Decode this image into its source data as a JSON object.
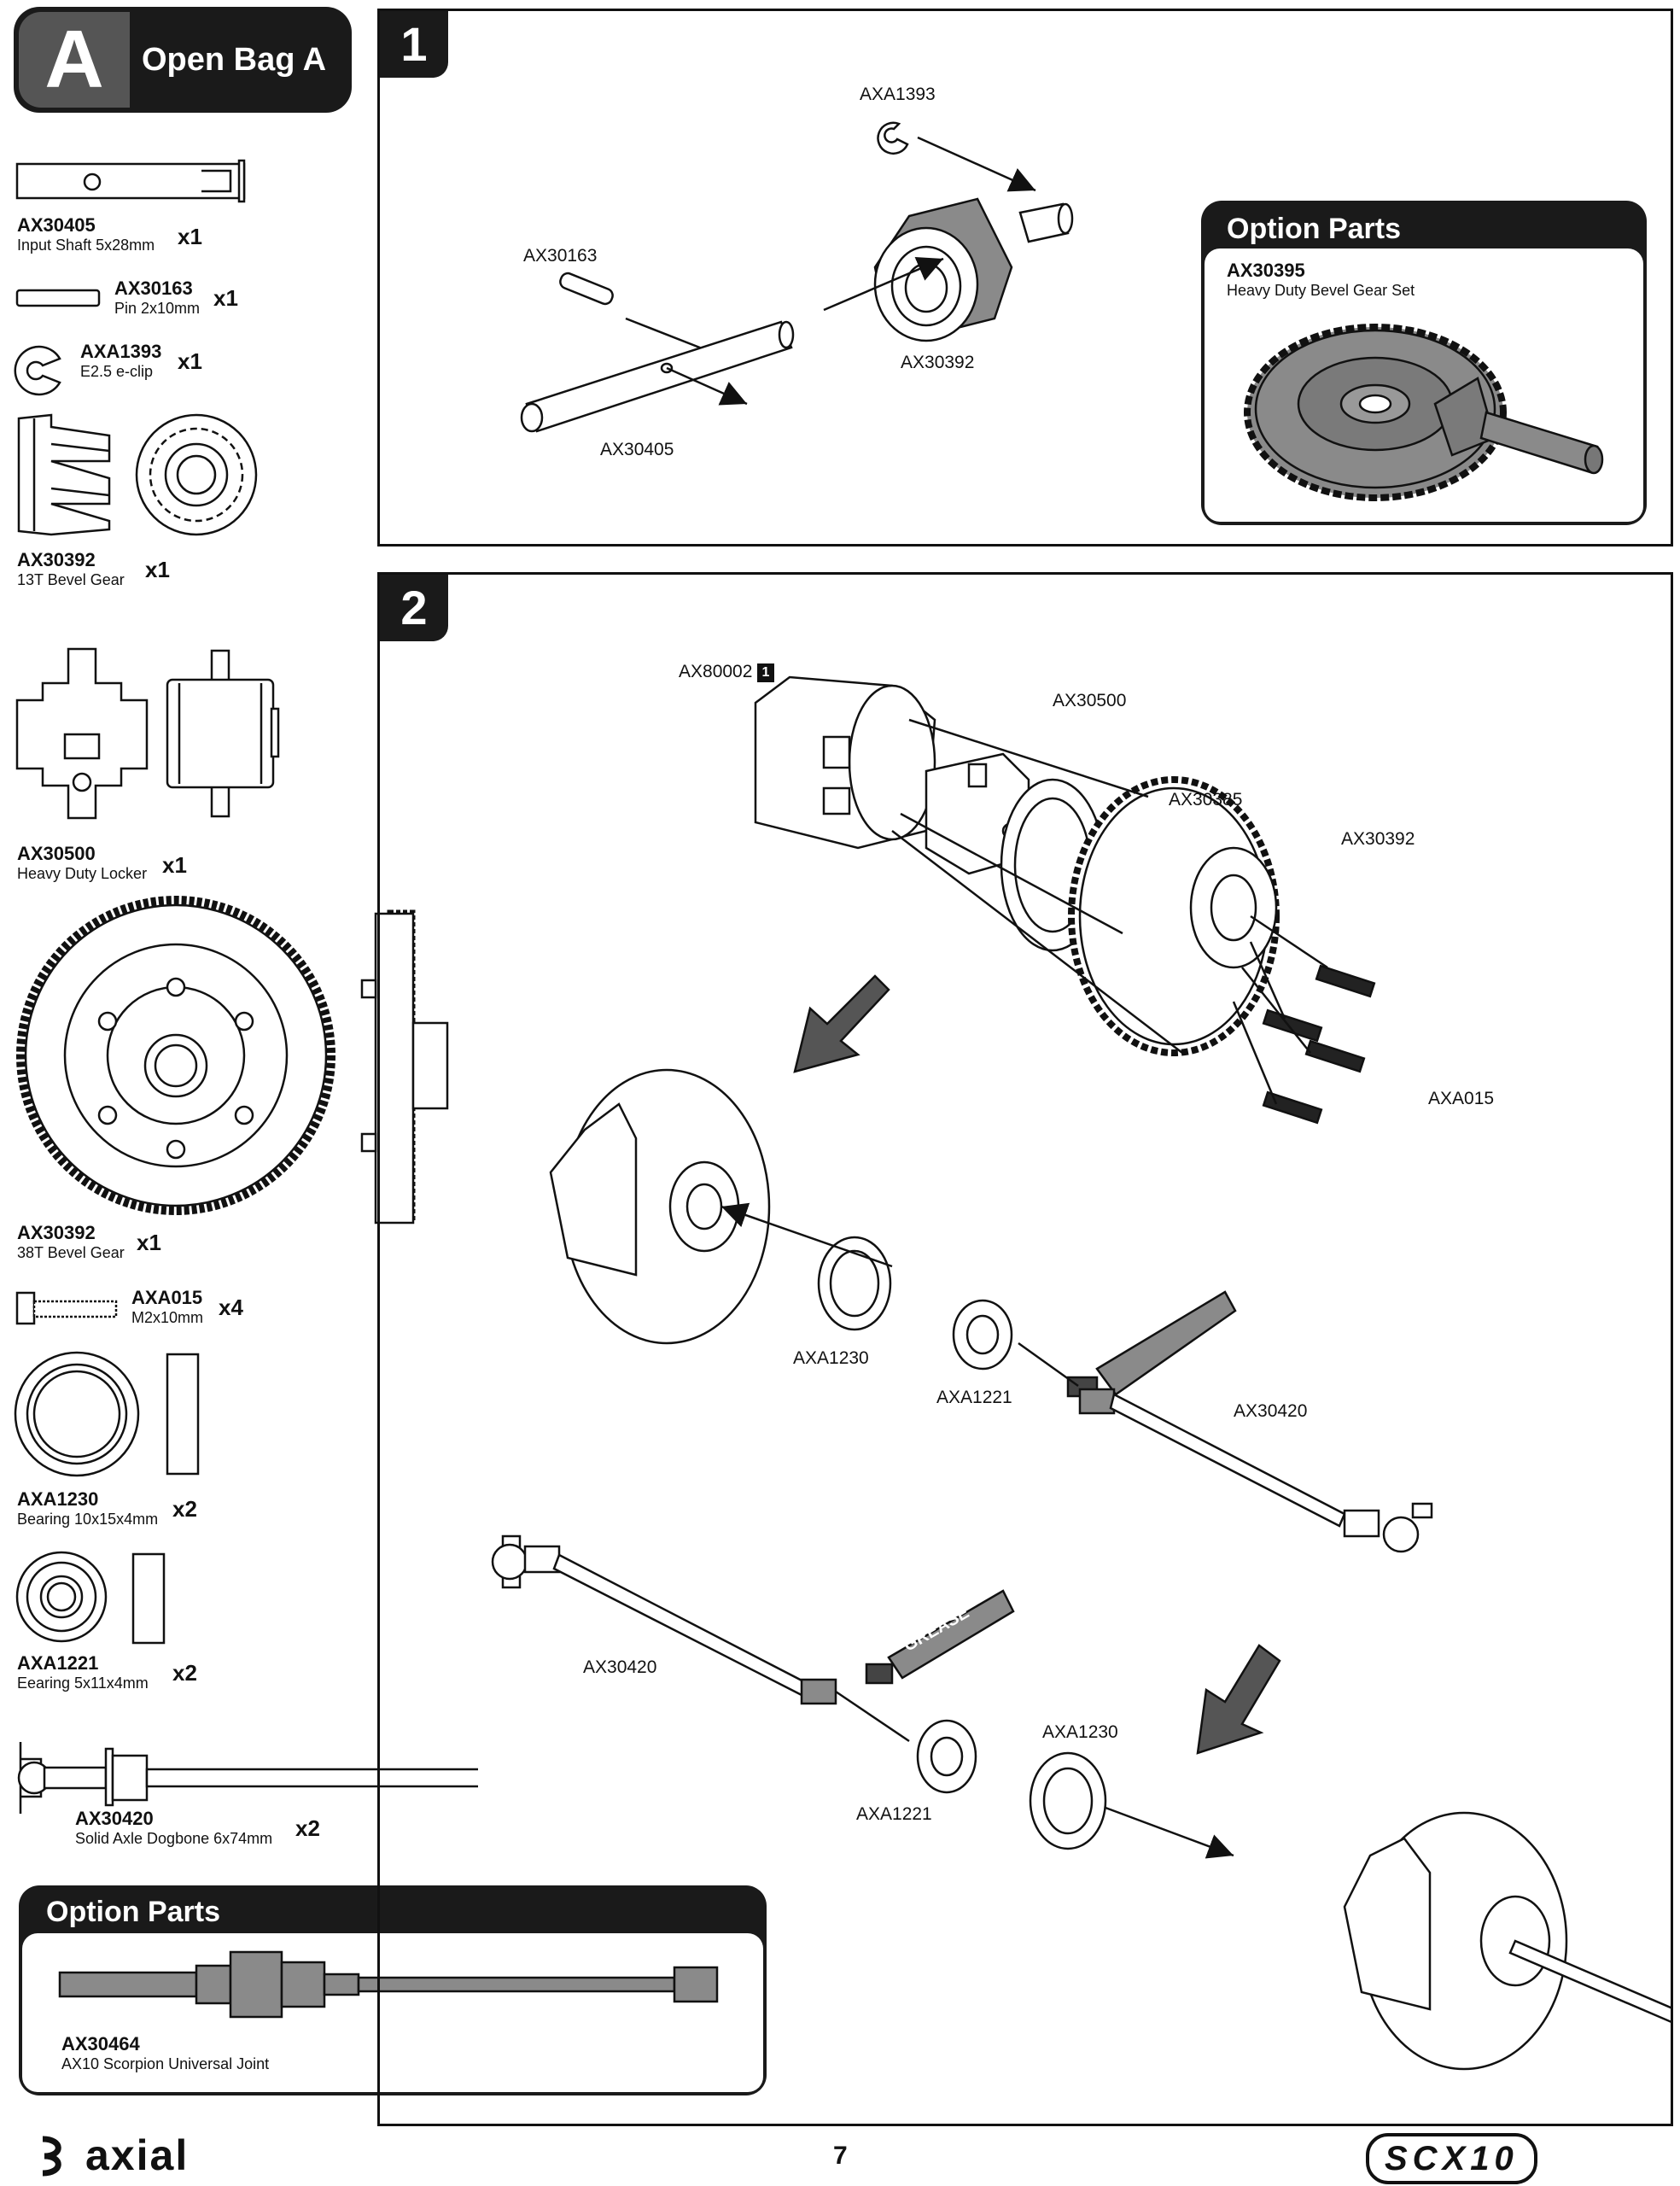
{
  "bag": {
    "letter": "A",
    "title": "Open Bag A"
  },
  "parts": [
    {
      "code": "AX30405",
      "desc": "Input Shaft 5x28mm",
      "qty": "x1"
    },
    {
      "code": "AX30163",
      "desc": "Pin 2x10mm",
      "qty": "x1"
    },
    {
      "code": "AXA1393",
      "desc": "E2.5 e-clip",
      "qty": "x1"
    },
    {
      "code": "AX30392",
      "desc": "13T Bevel Gear",
      "qty": "x1"
    },
    {
      "code": "AX30500",
      "desc": "Heavy Duty Locker",
      "qty": "x1"
    },
    {
      "code": "AX30392",
      "desc": "38T Bevel Gear",
      "qty": "x1"
    },
    {
      "code": "AXA015",
      "desc": "M2x10mm",
      "qty": "x4"
    },
    {
      "code": "AXA1230",
      "desc": "Bearing 10x15x4mm",
      "qty": "x2"
    },
    {
      "code": "AXA1221",
      "desc": "Eearing 5x11x4mm",
      "qty": "x2"
    },
    {
      "code": "AX30420",
      "desc": "Solid Axle Dogbone 6x74mm",
      "qty": "x2"
    }
  ],
  "option_left": {
    "title": "Option Parts",
    "code": "AX30464",
    "desc": "AX10 Scorpion Universal Joint"
  },
  "step1": {
    "number": "1",
    "labels": {
      "eclip": "AXA1393",
      "pin": "AX30163",
      "gear": "AX30392",
      "shaft": "AX30405"
    },
    "option": {
      "title": "Option Parts",
      "code": "AX30395",
      "desc": "Heavy Duty Bevel Gear Set"
    }
  },
  "step2": {
    "number": "2",
    "labels": {
      "case": "AX80002",
      "case_badge": "1",
      "locker": "AX30500",
      "shim": "AX30385",
      "ring_gear": "AX30392",
      "screws": "AXA015",
      "bearing_large": "AXA1230",
      "bearing_small": "AXA1221",
      "axle": "AX30420",
      "axle_left": "AX30420",
      "bearing_small_left": "AXA1221",
      "bearing_large_left": "AXA1230",
      "grease": "GREASE"
    }
  },
  "footer": {
    "brand": "axial",
    "page": "7",
    "product": "SCX10"
  },
  "colors": {
    "dark": "#1a1a1a",
    "badge_grey": "#555555",
    "part_fill": "#8a8a8a",
    "line": "#111111"
  }
}
